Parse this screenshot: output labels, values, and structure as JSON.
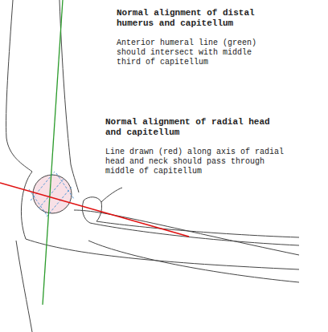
{
  "diagram": {
    "labels": [
      "Normal alignment of distal humerus and capitellum",
      "Anterior humeral line (green) should intersect with middle third of capitellum",
      "Normal alignment of radial head and capitellum",
      "Line drawn (red) along axis of radial head and neck should pass through middle of capitellum"
    ]
  }
}
